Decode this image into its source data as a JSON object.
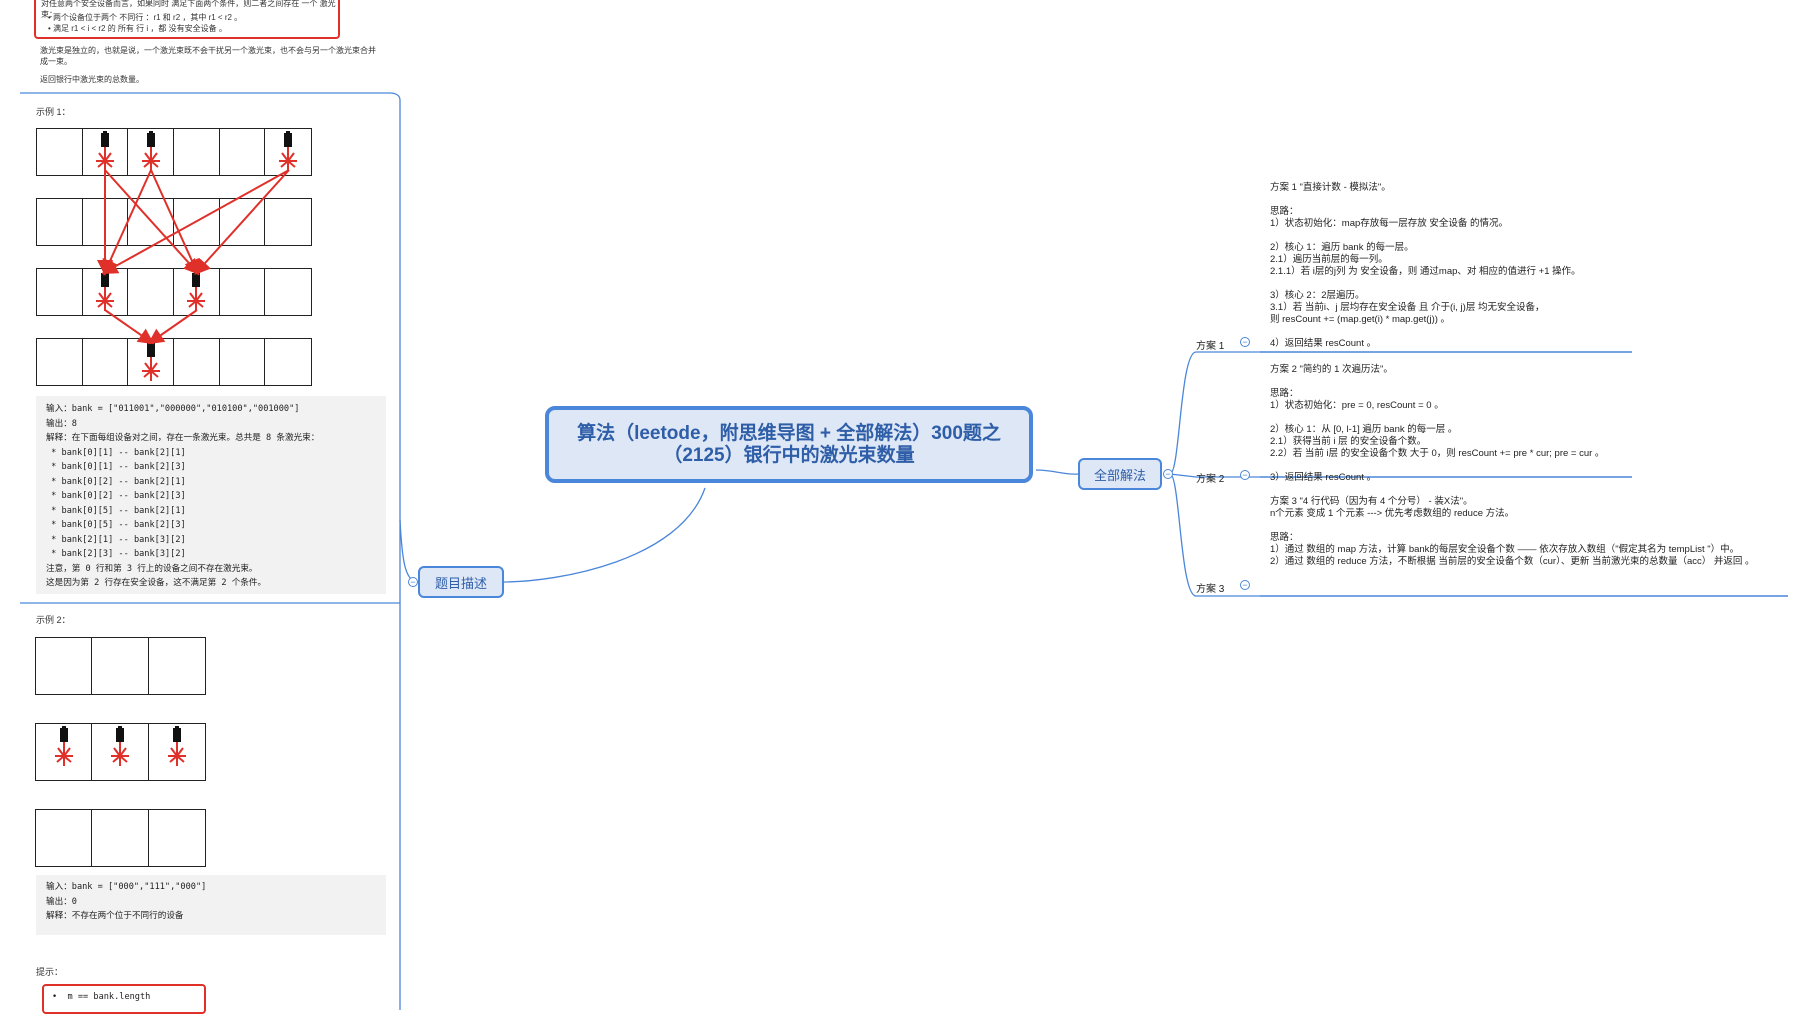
{
  "central_title": "算法（leetode，附思维导图 + 全部解法）300题之（2125）银行中的激光束数量",
  "branches": {
    "description_label": "题目描述",
    "solutions_label": "全部解法"
  },
  "problem_panel": {
    "top_text_line": "对任意两个安全设备而言，如果同时 满足下面两个条件，则二者之间存在 一个 激光束：",
    "condition_1": "两个设备位于两个 不同行 ：r1 和 r2 ，其中 r1 < r2 。",
    "condition_2": "满足 r1 < i < r2 的 所有 行 i ，都 没有安全设备 。",
    "independent_note": "激光束是独立的，也就是说，一个激光束既不会干扰另一个激光束，也不会与另一个激光束合并成一束。",
    "return_note": "返回银行中激光束的总数量。",
    "example1_title": "示例 1：",
    "example1_code": [
      "输入：bank = [\"011001\",\"000000\",\"010100\",\"001000\"]",
      "输出：8",
      "解释：在下面每组设备对之间，存在一条激光束。总共是 8 条激光束：",
      " * bank[0][1] -- bank[2][1]",
      " * bank[0][1] -- bank[2][3]",
      " * bank[0][2] -- bank[2][1]",
      " * bank[0][2] -- bank[2][3]",
      " * bank[0][5] -- bank[2][1]",
      " * bank[0][5] -- bank[2][3]",
      " * bank[2][1] -- bank[3][2]",
      " * bank[2][3] -- bank[3][2]",
      "注意，第 0 行和第 3 行上的设备之间不存在激光束。",
      "这是因为第 2 行存在安全设备，这不满足第 2 个条件。"
    ],
    "example2_title": "示例 2：",
    "example2_code": [
      "输入：bank = [\"000\",\"111\",\"000\"]",
      "输出：0",
      "解释：不存在两个位于不同行的设备"
    ],
    "hint_title": "提示：",
    "hint_item": "m == bank.length",
    "example1_grid": [
      "011001",
      "000000",
      "010100",
      "001000"
    ],
    "example2_grid": [
      "000",
      "111",
      "000"
    ]
  },
  "solutions": [
    {
      "label": "方案 1",
      "text": "方案 1 \"直接计数 - 模拟法\"。\n\n思路：\n1）状态初始化：map存放每一层存放 安全设备 的情况。\n\n2）核心 1：遍历 bank 的每一层。\n2.1）遍历当前层的每一列。\n2.1.1）若 i层的j列 为 安全设备，则 通过map、对 相应的值进行 +1 操作。\n\n3）核心 2：2层遍历。\n3.1）若 当前i、j 层均存在安全设备 且 介于(i, j)层 均无安全设备，\n则 resCount += (map.get(i) * map.get(j)) 。\n\n4）返回结果 resCount 。"
    },
    {
      "label": "方案 2",
      "text": "方案 2 \"简约的 1 次遍历法\"。\n\n思路：\n1）状态初始化：pre = 0, resCount = 0 。\n\n2）核心 1：从 [0, l-1] 遍历 bank 的每一层 。\n2.1）获得当前 i 层 的安全设备个数。\n2.2）若 当前 i层 的安全设备个数 大于 0，则 resCount += pre * cur; pre = cur 。\n\n3）返回结果 resCount 。"
    },
    {
      "label": "方案 3",
      "text": "方案 3 \"4 行代码（因为有 4 个分号） - 装X法\"。\nn个元素 变成 1 个元素 ---> 优先考虑数组的 reduce 方法。\n\n思路：\n1）通过 数组的 map 方法，计算 bank的每层安全设备个数 —— 依次存放入数组（\"假定其名为 tempList \"）中。\n2）通过 数组的 reduce 方法，不断根据 当前层的安全设备个数（cur）、更新 当前激光束的总数量（acc） 并返回 。"
    }
  ],
  "colors": {
    "node_border": "#4a86d9",
    "node_fill": "#dde7f5",
    "laser_red": "#e0302a"
  }
}
